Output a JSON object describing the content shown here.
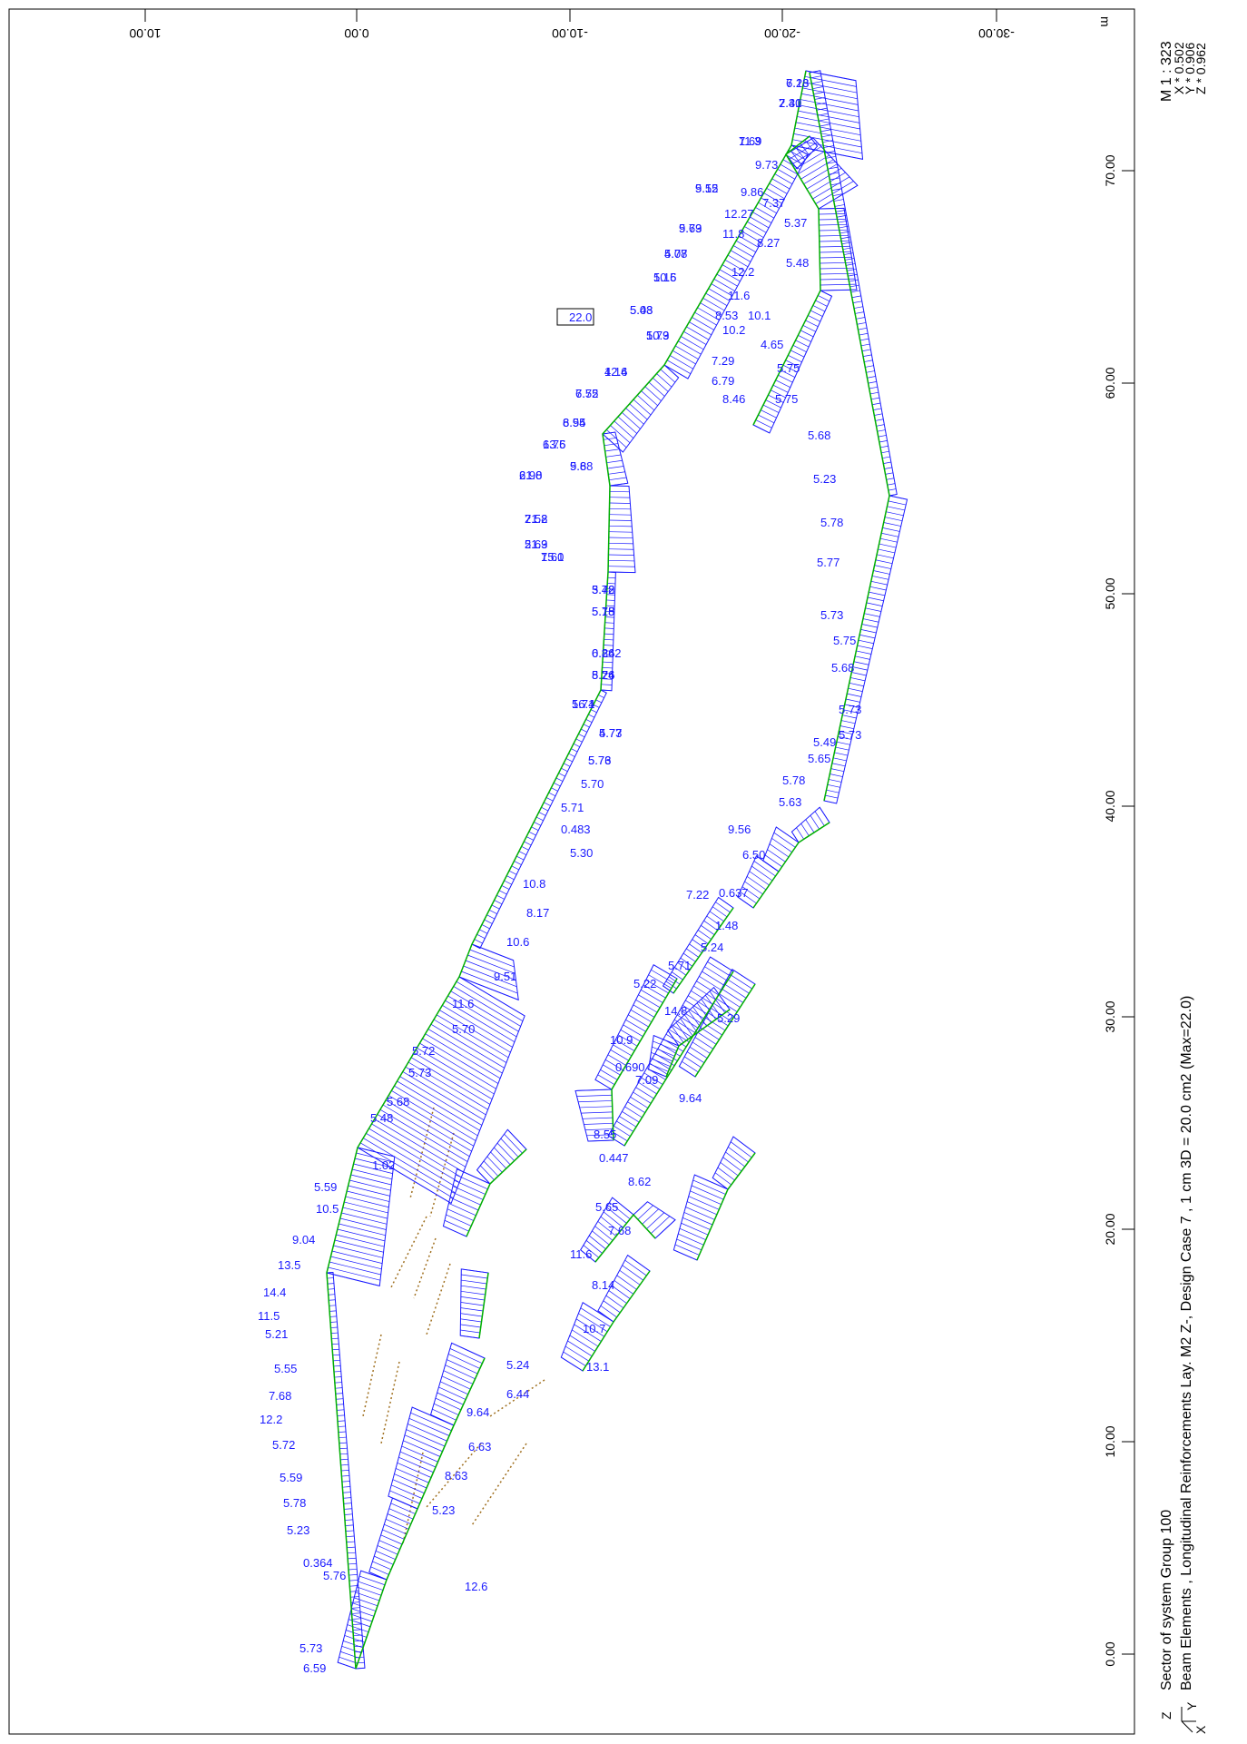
{
  "legend": {
    "title": "Sector of system Group 100",
    "description": "Beam Elements , Longitudinal Reinforcements Lay. M2 Z-, Design Case 7   , 1 cm 3D = 20.0 cm2 (Max=22.0)"
  },
  "scale": {
    "ratio": "M 1 : 323",
    "x": "X * 0.502",
    "y": "Y * 0.906",
    "z": "Z * 0.962"
  },
  "units": "m",
  "axis_triad": {
    "z": "Z",
    "y": "Y",
    "x": "X"
  },
  "axes": {
    "vertical_ticks": [
      "10.00",
      "0.00",
      "-10.00",
      "-20.00",
      "-30.00"
    ],
    "horizontal_ticks": [
      "0.00",
      "10.00",
      "20.00",
      "30.00",
      "40.00",
      "50.00",
      "60.00",
      "70.00"
    ]
  },
  "max_label": "22.0",
  "labels": [
    "7.23",
    "7.30",
    "11.3",
    "5.12",
    "5.73",
    "4.08",
    "5.16",
    "5.03",
    "5.79",
    "4.14",
    "7.52",
    "8.54",
    "13.5",
    "5.88",
    "21.8",
    "21.8",
    "21.9",
    "7.60",
    "3.48",
    "5.18",
    "6.26",
    "8.76",
    "16.4",
    "4.77",
    "5.73",
    "5.70",
    "5.71",
    "0.483",
    "5.30",
    "10.8",
    "8.17",
    "10.6",
    "9.51",
    "11.6",
    "5.70",
    "5.72",
    "5.73",
    "5.68",
    "5.48",
    "1.02",
    "5.59",
    "10.5",
    "9.04",
    "13.5",
    "14.4",
    "11.5",
    "5.21",
    "5.55",
    "7.68",
    "12.2",
    "5.72",
    "5.59",
    "5.78",
    "5.23",
    "0.364",
    "5.76",
    "5.73",
    "6.59",
    "9.86",
    "7.37",
    "9.73",
    "12.27",
    "5.37",
    "11.8",
    "8.27",
    "5.48",
    "12.2",
    "11.6",
    "8.53",
    "10.1",
    "10.2",
    "4.65",
    "7.29",
    "5.75",
    "6.79",
    "5.75",
    "8.46",
    "5.68",
    "5.23",
    "5.78",
    "5.77",
    "5.73",
    "5.75",
    "5.68",
    "5.73",
    "5.73",
    "5.49",
    "5.65",
    "5.78",
    "5.63",
    "9.56",
    "6.50",
    "0.637",
    "7.22",
    "1.48",
    "5.24",
    "5.71",
    "5.22",
    "14.8",
    "10.9",
    "5.29",
    "0.690",
    "7.09",
    "9.64",
    "8.55",
    "0.447",
    "8.62",
    "5.65",
    "7.68",
    "11.6",
    "8.14",
    "10.7",
    "13.1",
    "5.24",
    "6.44",
    "9.64",
    "6.63",
    "8.63",
    "5.23",
    "12.6",
    "6.18",
    "2.41",
    "7.69",
    "9.55",
    "9.69",
    "5.77",
    "10.5",
    "5.48",
    "10.3",
    "12.6",
    "6.75",
    "6.95",
    "6.76",
    "9.6",
    "6.90",
    "7.52",
    "5.63",
    "15.1",
    "5.72",
    "5.75",
    "0.842",
    "5.24",
    "5.71",
    "5.73",
    "5.76"
  ]
}
